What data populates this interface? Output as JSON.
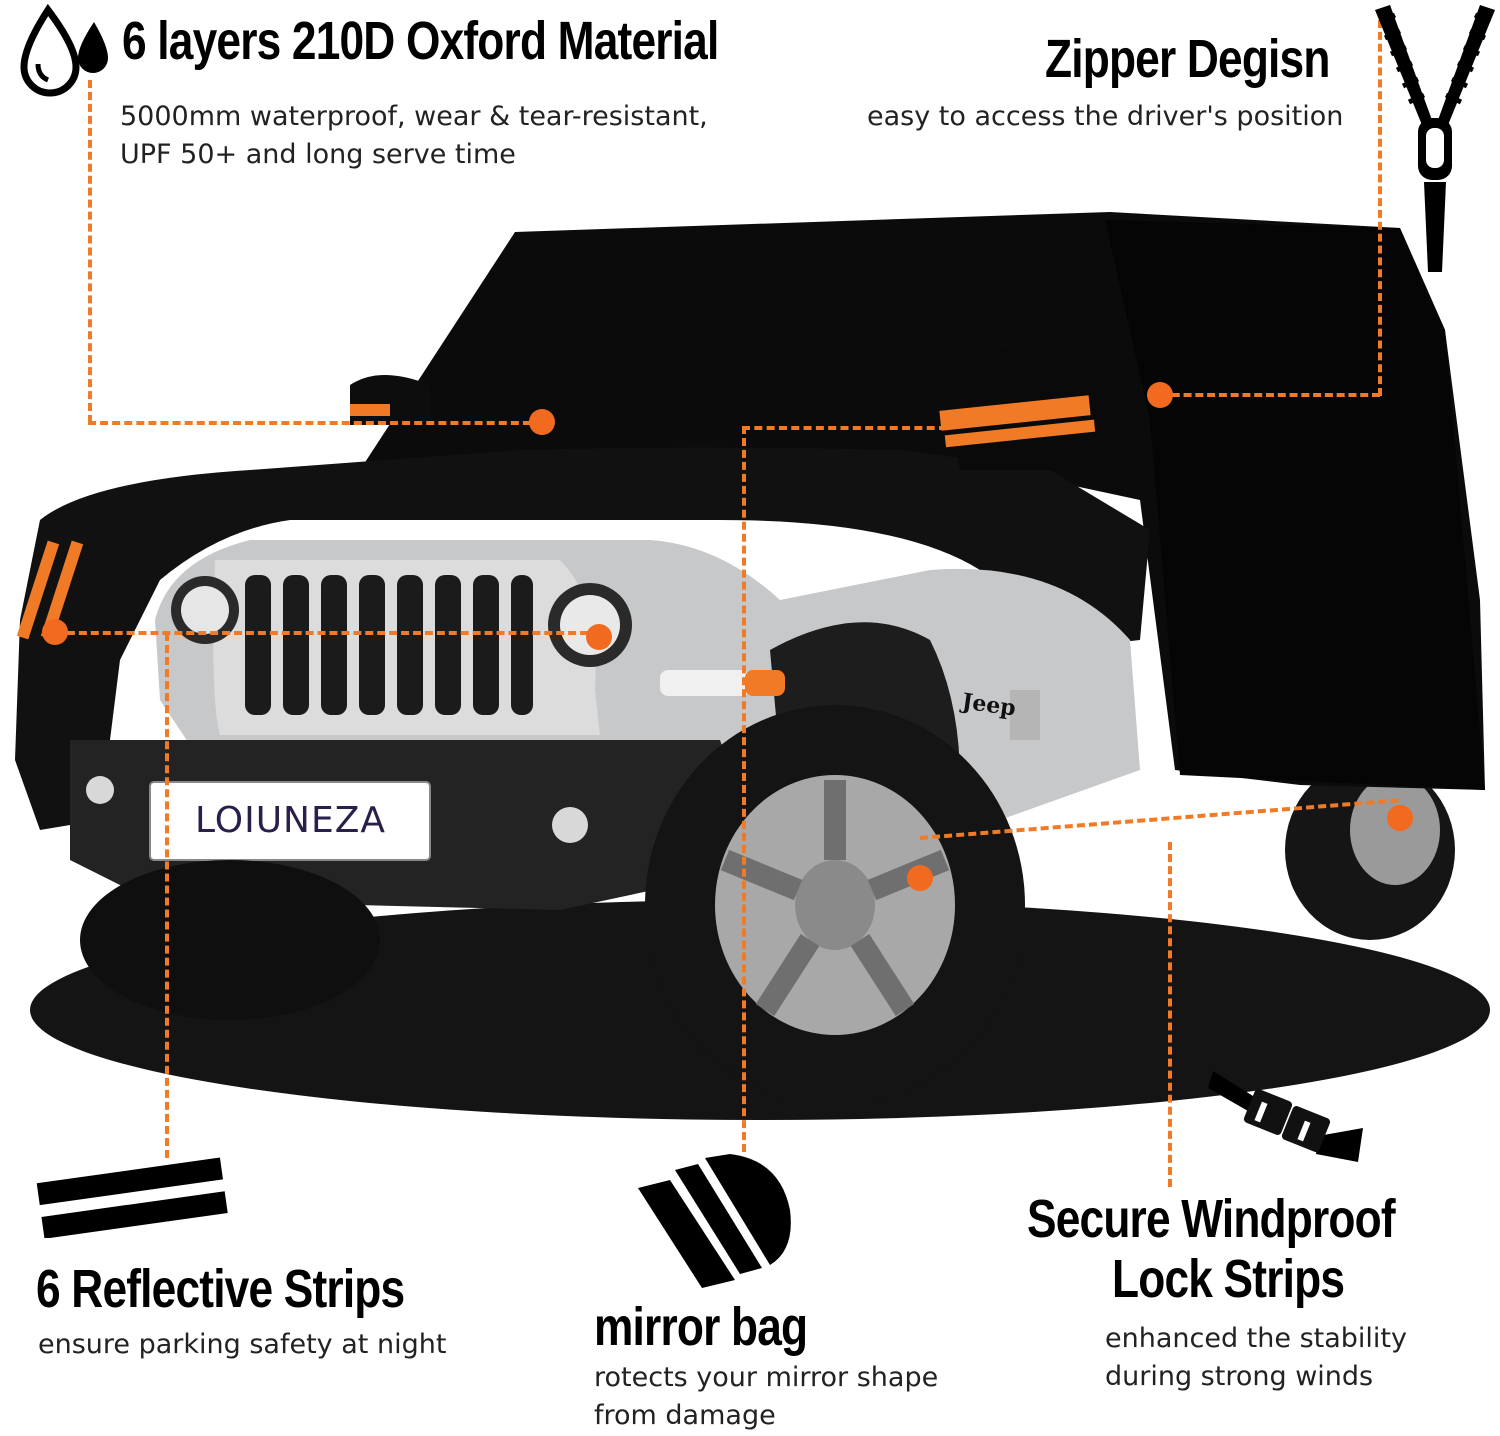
{
  "features": {
    "material": {
      "title": "6 layers 210D Oxford Material",
      "line1": "5000mm waterproof, wear & tear-resistant,",
      "line2": "UPF 50+ and long serve time",
      "icon": "water-drop-icon"
    },
    "zipper": {
      "title": "Zipper Degisn",
      "line1": "easy to access the driver's position",
      "icon": "zipper-icon"
    },
    "reflective": {
      "title": "6 Reflective Strips",
      "line1": "ensure parking safety at night",
      "icon": "reflective-strip-icon"
    },
    "mirror": {
      "title": "mirror bag",
      "line1": "rotects your mirror shape",
      "line2": "from damage",
      "icon": "mirror-bag-icon"
    },
    "windproof": {
      "title_line1": "Secure Windproof",
      "title_line2": "Lock Strips",
      "line1": "enhanced the stability",
      "line2": "during strong winds",
      "icon": "buckle-strap-icon"
    }
  },
  "product": {
    "license_plate": "LOIUNEZA",
    "badge": "Jeep"
  },
  "colors": {
    "accent": "#f26a1f",
    "cover": "#0d0d0d",
    "body": "#c9cacc"
  }
}
